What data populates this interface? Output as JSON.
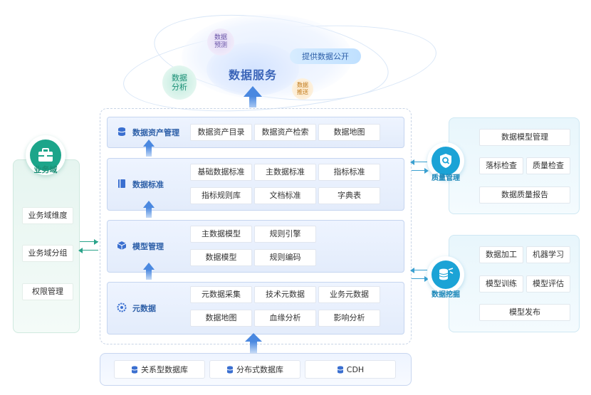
{
  "top": {
    "title": "数据服务",
    "bubbles": {
      "predict": "数据预测",
      "analysis": "数据分析",
      "push": "数据推送"
    },
    "open": "提供数据公开"
  },
  "left": {
    "title": "业务域",
    "items": [
      "业务域维度",
      "业务域分组",
      "权限管理"
    ]
  },
  "layers": {
    "asset": {
      "title": "数据资产管理",
      "chips": [
        "数据资产目录",
        "数据资产检索",
        "数据地图"
      ]
    },
    "standard": {
      "title": "数据标准",
      "chips": [
        "基础数据标准",
        "主数据标准",
        "指标标准",
        "指标规则库",
        "文档标准",
        "字典表"
      ]
    },
    "model": {
      "title": "模型管理",
      "chips": [
        "主数据模型",
        "规则引擎",
        "数据模型",
        "规则编码"
      ]
    },
    "meta": {
      "title": "元数据",
      "chips": [
        "元数据采集",
        "技术元数据",
        "业务元数据",
        "数据地图",
        "血缘分析",
        "影响分析"
      ]
    }
  },
  "sources": [
    "关系型数据库",
    "分布式数据库",
    "CDH"
  ],
  "quality": {
    "title": "质量管理",
    "items": [
      "数据模型管理",
      "落标检查",
      "质量检查",
      "数据质量报告"
    ]
  },
  "mining": {
    "title": "数据挖掘",
    "items": [
      "数据加工",
      "机器学习",
      "模型训练",
      "模型评估",
      "模型发布"
    ]
  },
  "colors": {
    "layer_title": "#2d5fa8",
    "teal": "#1ca58a",
    "cyan": "#1ba3d6",
    "arrow": "#4a88e0"
  }
}
